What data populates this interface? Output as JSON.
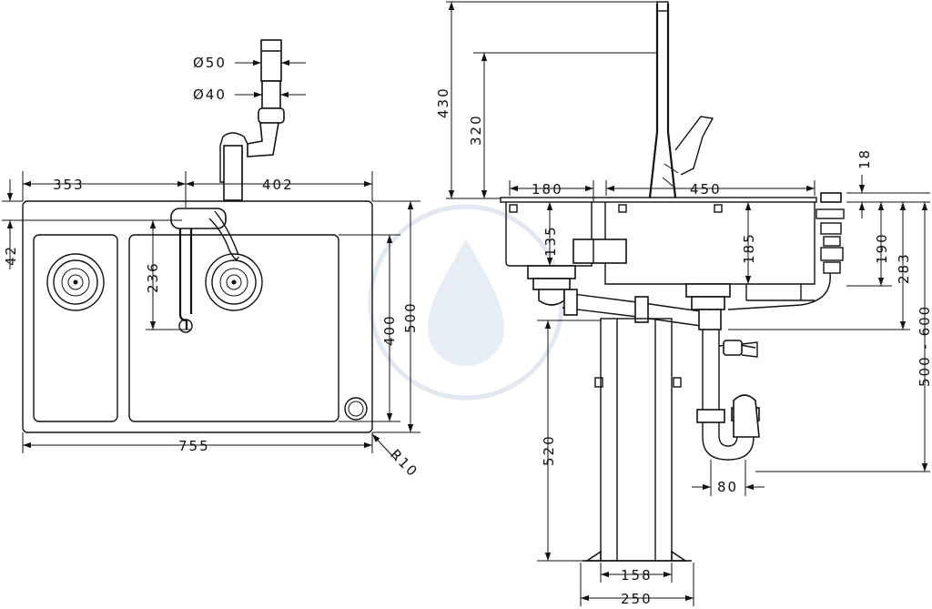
{
  "plan_view": {
    "dim_pipe_outer": "Ø50",
    "dim_pipe_inner": "Ø40",
    "dim_left_width": "353",
    "dim_right_width": "402",
    "dim_edge_offset": "42",
    "dim_tap_reach": "236",
    "dim_bowl_depth": "400",
    "dim_total_depth": "500",
    "dim_total_width": "755",
    "dim_corner_radius": "R10"
  },
  "side_view": {
    "dim_tap_height": "430",
    "dim_spout_height": "320",
    "dim_small_bowl": "180",
    "dim_large_bowl": "450",
    "dim_rim": "18",
    "dim_small_depth": "135",
    "dim_large_depth": "185",
    "dim_overflow": "190",
    "dim_trap_depth": "283",
    "dim_drain_range": "500 - 600",
    "dim_cabinet_height": "520",
    "dim_trap_offset": "80",
    "dim_leg_inner": "158",
    "dim_leg_outer": "250"
  }
}
